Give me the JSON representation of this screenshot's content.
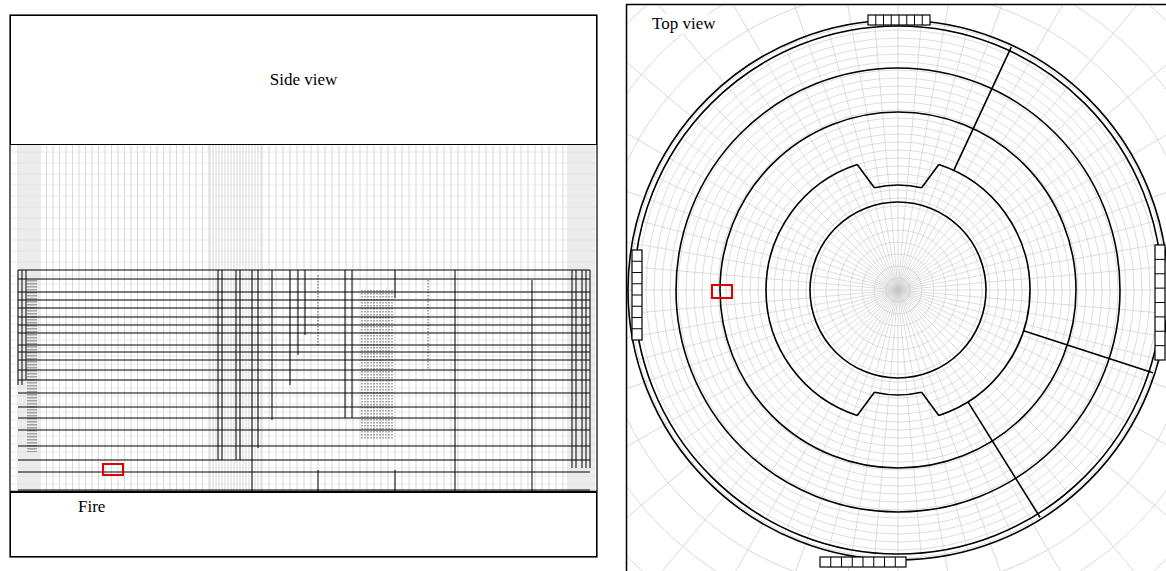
{
  "diagram": {
    "nodes": [
      {
        "text": [
          "Side view"
        ]
      },
      {
        "text": [
          "Fire"
        ]
      },
      {
        "text": [
          "Top view"
        ]
      }
    ]
  }
}
